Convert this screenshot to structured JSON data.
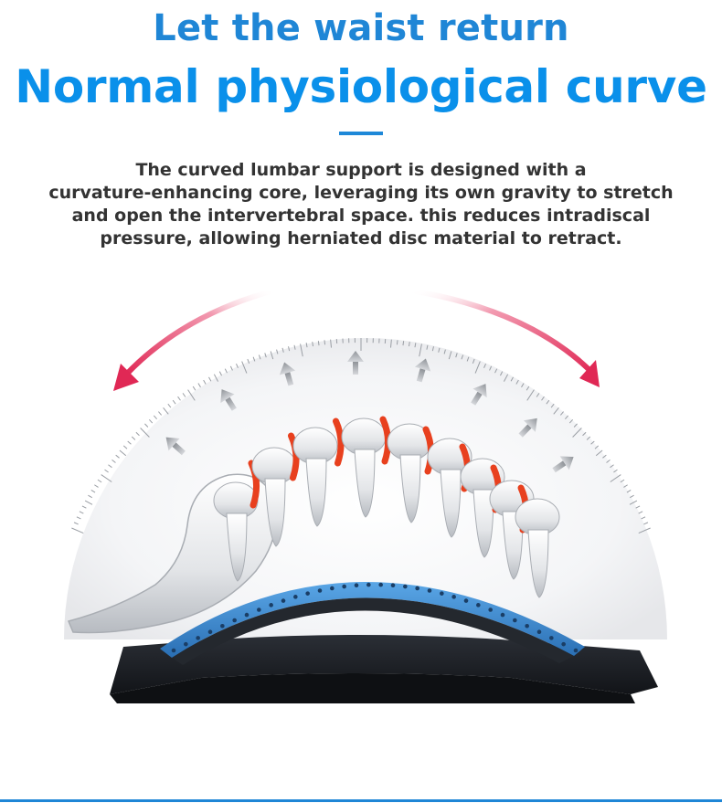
{
  "header": {
    "title_line1": "Let the waist return",
    "title_line2": "Normal physiological curve"
  },
  "description": {
    "line1": "The curved lumbar support is designed with a",
    "line2": "curvature-enhancing core, leveraging its own gravity to stretch",
    "line3": "and open the intervertebral space. this reduces intradiscal",
    "line4": "pressure, allowing herniated disc material to retract."
  },
  "colors": {
    "title_blue": "#1f86d6",
    "headline_blue": "#0a90ea",
    "text_gray": "#333333",
    "arrow_red": "#e02855",
    "disc_red": "#e8401e",
    "stretcher_blue": "#3d8fd6",
    "base_black": "#1b1e24"
  },
  "icons": [
    "curved-arrow-left-icon",
    "curved-arrow-right-icon",
    "up-arrow-icon"
  ]
}
